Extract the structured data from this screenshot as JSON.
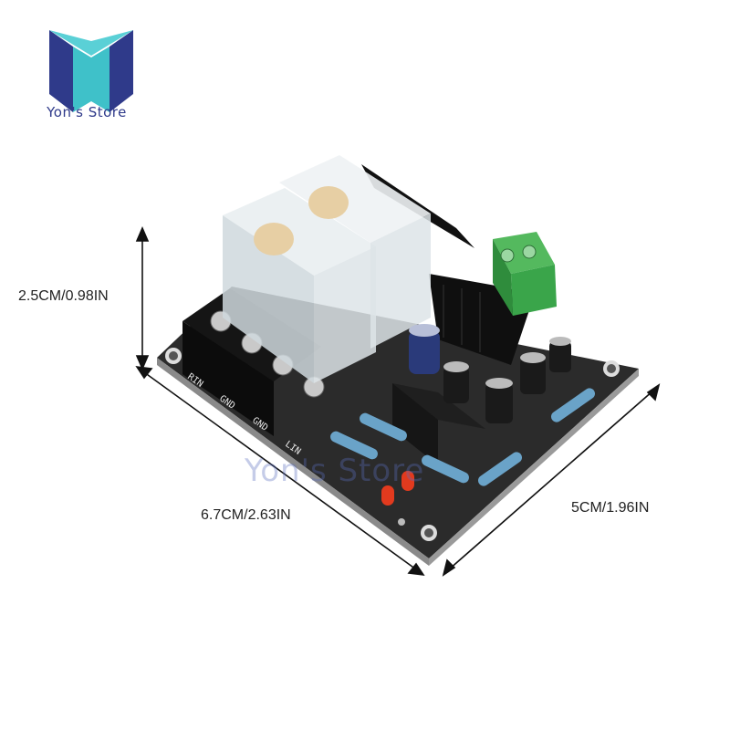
{
  "brand": {
    "name": "Yon's Store",
    "watermark": "Yon's Store",
    "colors": {
      "logo_blue": "#2f3a8a",
      "logo_teal": "#3fc1c9"
    }
  },
  "dimensions": {
    "height": "2.5CM/0.98IN",
    "length": "6.7CM/2.63IN",
    "width": "5CM/1.96IN"
  },
  "board": {
    "terminal_labels": [
      "RIN",
      "GND",
      "GND",
      "LIN"
    ],
    "colors": {
      "pcb": "#1a1a1a",
      "relay": "#dfe6ea",
      "terminal_green": "#3aa54a",
      "heatsink": "#111111",
      "led": "#e23a1e"
    }
  }
}
